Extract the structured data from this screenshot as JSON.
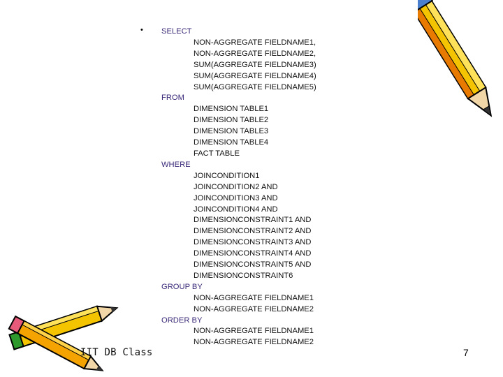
{
  "bullet": "•",
  "sql": {
    "select_kw": "SELECT",
    "select_items": [
      "NON-AGGREGATE FIELDNAME1,",
      "NON-AGGREGATE FIELDNAME2,",
      "SUM(AGGREGATE FIELDNAME3)",
      "SUM(AGGREGATE FIELDNAME4)",
      "SUM(AGGREGATE FIELDNAME5)"
    ],
    "from_kw": "FROM",
    "from_items": [
      "DIMENSION TABLE1",
      "DIMENSION TABLE2",
      "DIMENSION TABLE3",
      "DIMENSION TABLE4",
      "FACT TABLE"
    ],
    "where_kw": "WHERE",
    "where_items": [
      "JOINCONDITION1",
      "JOINCONDITION2 AND",
      "JOINCONDITION3 AND",
      "JOINCONDITION4 AND",
      "DIMENSIONCONSTRAINT1 AND",
      "DIMENSIONCONSTRAINT2 AND",
      "DIMENSIONCONSTRAINT3 AND",
      "DIMENSIONCONSTRAINT4 AND",
      "DIMENSIONCONSTRAINT5 AND",
      "DIMENSIONCONSTRAINT6"
    ],
    "groupby_kw": "GROUP BY",
    "groupby_items": [
      "NON-AGGREGATE FIELDNAME1",
      "NON-AGGREGATE FIELDNAME2"
    ],
    "orderby_kw": "ORDER BY",
    "orderby_items": [
      "NON-AGGREGATE FIELDNAME1",
      "NON-AGGREGATE FIELDNAME2"
    ]
  },
  "footer": {
    "left_text": "IIT DB Class",
    "page_number": "7"
  },
  "icons": [
    "pencil-icon",
    "pencils-icon"
  ],
  "colors": {
    "keyword": "#3b2a7a",
    "pencil_yellow": "#f5c400",
    "pencil_orange": "#e87a00",
    "eraser_pink": "#e85a7a",
    "eraser_green": "#2e9a2e"
  }
}
